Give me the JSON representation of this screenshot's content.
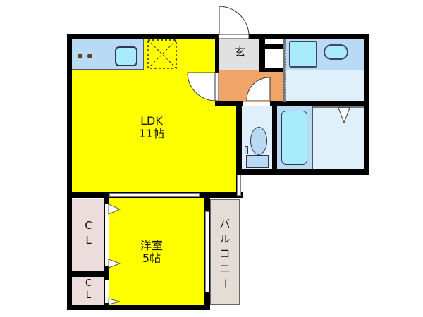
{
  "floorplan": {
    "rooms": {
      "ldk": {
        "name": "LDK",
        "size": "11帖"
      },
      "western_room": {
        "name": "洋室",
        "size": "5帖"
      },
      "entrance": {
        "name": "玄"
      },
      "closet_1": {
        "c": "C",
        "l": "L"
      },
      "closet_2": {
        "c": "C",
        "l": "L"
      },
      "balcony": {
        "name": "バルコニー",
        "chars": [
          "バ",
          "ル",
          "コ",
          "ニ",
          "ー"
        ]
      }
    },
    "colors": {
      "ldk": "#ffff00",
      "western_room": "#ffff00",
      "entrance": "#e0e0e0",
      "hallway": "#f0a468",
      "wet_area": "#dff0fb",
      "fixture": "#b8daf5",
      "fixture_inner": "#a8ecfb",
      "closet": "#eddcdc",
      "balcony": "#e6dcd6",
      "wall": "#000000"
    }
  }
}
